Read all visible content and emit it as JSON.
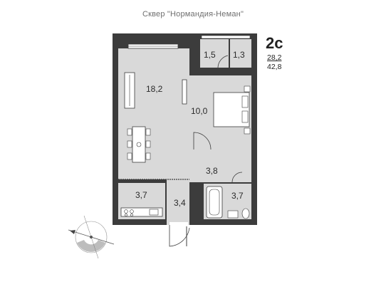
{
  "project_name": "Сквер \"Нормандия-Неман\"",
  "apartment": {
    "type": "2с",
    "living_area": "28,2",
    "total_area": "42,8"
  },
  "rooms": [
    {
      "id": "living",
      "area": "18,2"
    },
    {
      "id": "bedroom",
      "area": "10,0"
    },
    {
      "id": "storage-1",
      "area": "1,5"
    },
    {
      "id": "storage-2",
      "area": "1,3"
    },
    {
      "id": "hall",
      "area": "3,8"
    },
    {
      "id": "kitchen",
      "area": "3,7"
    },
    {
      "id": "corridor",
      "area": "3,4"
    },
    {
      "id": "bathroom",
      "area": "3,7"
    }
  ],
  "colors": {
    "wall": "#3c3c3c",
    "room_fill": "#d9d9d9",
    "furniture_fill": "#ffffff",
    "caption": "#6f6f6f"
  },
  "icons": [
    "compass-rose-icon"
  ]
}
